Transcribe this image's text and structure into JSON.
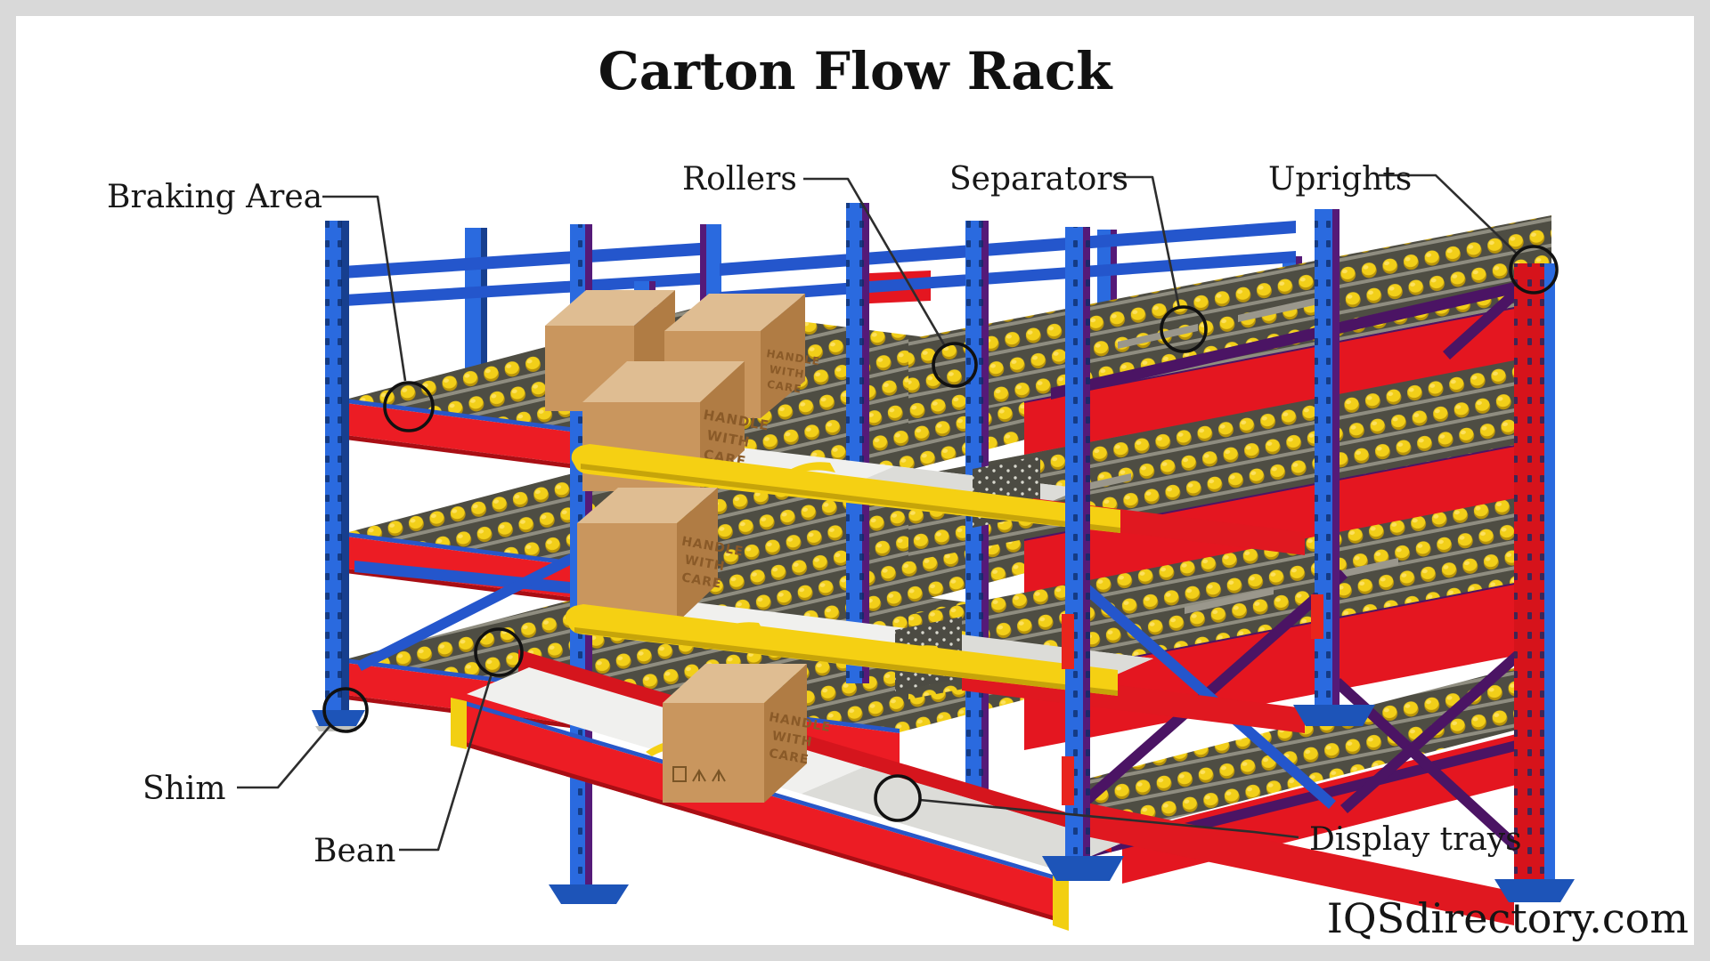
{
  "title": "Carton Flow Rack",
  "watermark": "IQSdirectory.com",
  "labels": {
    "braking_area": "Braking Area",
    "rollers": "Rollers",
    "separators": "Separators",
    "uprights": "Uprights",
    "shim": "Shim",
    "beam": "Bean",
    "display_trays": "Display trays"
  },
  "box_print": {
    "line1": "HANDLE",
    "line2": "WITH",
    "line3": "CARE"
  },
  "colors": {
    "canvas": "#ffffff",
    "frame": "#d9d9d9",
    "upright_blue": "#2a6adf",
    "rail_blue": "#2456cc",
    "beam_red": "#ec1c24",
    "panel_red": "#e41620",
    "roller_yellow": "#f2cf19",
    "track_grey": "#4e4d43",
    "brace_purple": "#4b1464",
    "carton_tan": "#c9965e",
    "tray_white": "#f0f0ee",
    "annotation": "#2d2d2d"
  }
}
